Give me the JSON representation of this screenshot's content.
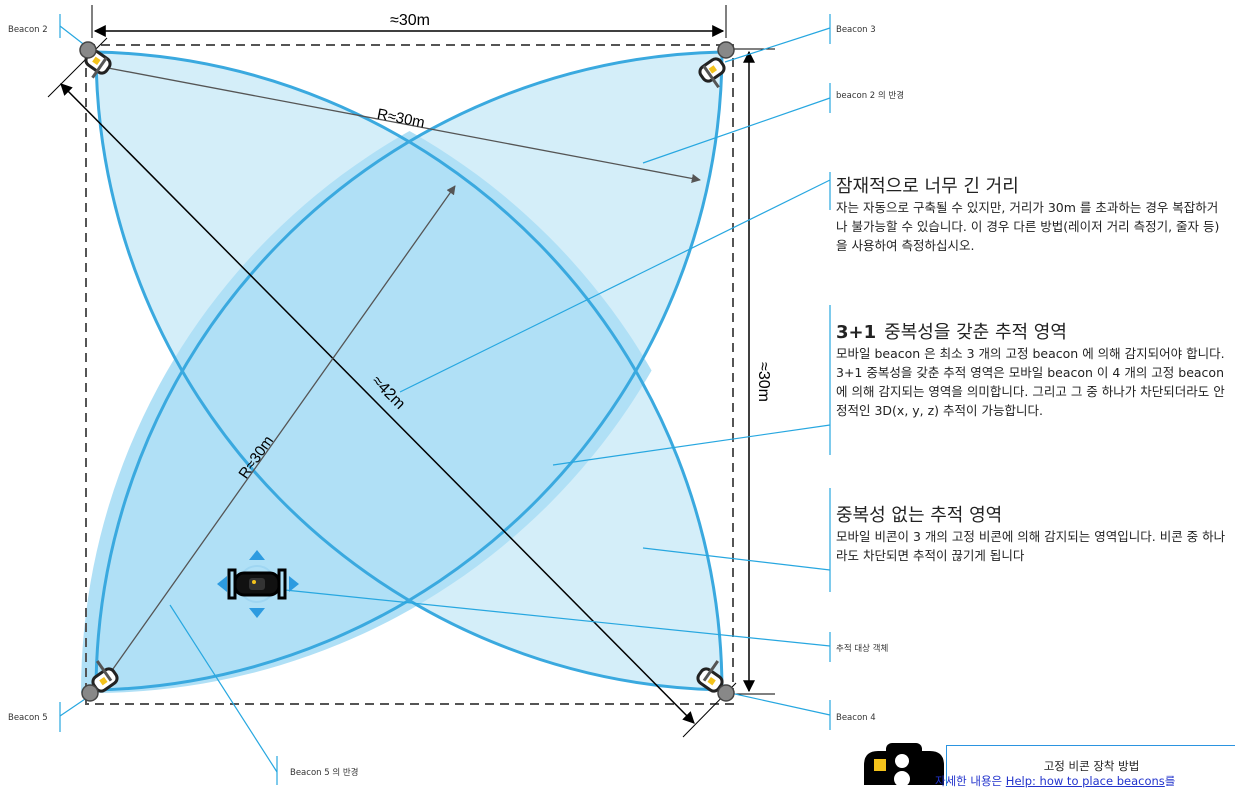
{
  "labels": {
    "beacon2": "Beacon 2",
    "beacon3": "Beacon 3",
    "beacon4": "Beacon 4",
    "beacon5": "Beacon 5",
    "beacon2_radius": "beacon 2 의 반경",
    "beacon5_radius": "Beacon 5 의 반경",
    "tracked_object": "추적 대상 객체"
  },
  "dimensions": {
    "top": "≈30m",
    "right": "≈30m",
    "diagonal": "≈42m",
    "radius_top": "R≈30m",
    "radius_left": "R≈30m"
  },
  "sections": {
    "distance": {
      "title": "잠재적으로 너무 긴 거리",
      "body": "자는 자동으로 구축될 수 있지만, 거리가 30m 를 초과하는 경우 복잡하거나 불가능할 수 있습니다. 이 경우 다른 방법(레이저 거리 측정기, 줄자 등)을 사용하여 측정하십시오."
    },
    "overlap": {
      "prefix": "3+1",
      "title": "중복성을 갖춘 추적 영역",
      "body": "모바일 beacon 은 최소 3 개의 고정 beacon 에 의해 감지되어야 합니다. 3+1 중복성을 갖춘 추적 영역은 모바일 beacon 이 4 개의 고정 beacon 에 의해 감지되는 영역을 의미합니다. 그리고 그 중 하나가 차단되더라도 안정적인 3D(x, y, z) 추적이 가능합니다."
    },
    "no_redundancy": {
      "title": "중복성 없는 추적 영역",
      "body": "모바일 비콘이 3 개의 고정 비콘에 의해 감지되는 영역입니다. 비콘 중 하나라도 차단되면 추적이 끊기게 됩니다"
    }
  },
  "howto": {
    "title": "고정 비콘 장착 방법",
    "link_prefix": "자세한 내용은 ",
    "link_text": "Help: how to place beacons",
    "link_suffix": "를"
  },
  "colors": {
    "area_light": "#d4eef9",
    "area_overlap": "#b0e0f6",
    "circle_stroke": "#3aa9df",
    "callout": "#27a7e0"
  }
}
